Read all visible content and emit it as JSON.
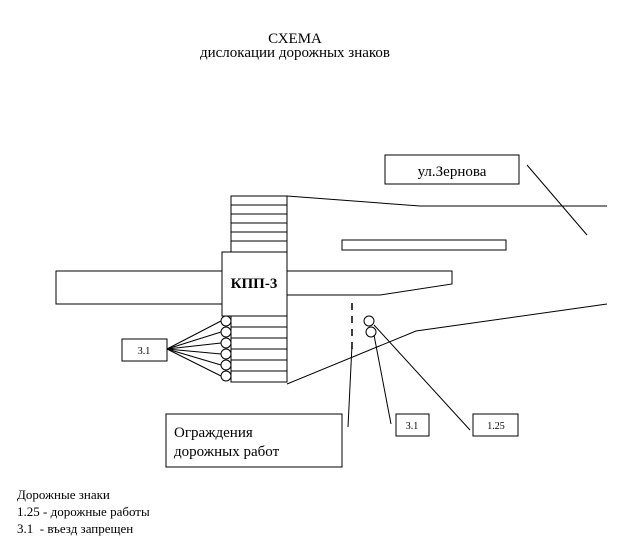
{
  "title": {
    "line1": "СХЕМА",
    "line2": "дислокации дорожных знаков"
  },
  "street_label": "ул.Зернова",
  "checkpoint_label": "КПП-3",
  "fence_label": {
    "line1": "Ограждения",
    "line2": "дорожных работ"
  },
  "sign_callouts": {
    "left": "3.1",
    "road_a": "3.1",
    "road_b": "1.25"
  },
  "legend": {
    "heading": "Дорожные знаки",
    "items": [
      "1.25 - дорожные работы",
      "3.1  - въезд запрещен"
    ]
  },
  "colors": {
    "line": "#000000",
    "background": "#ffffff"
  }
}
